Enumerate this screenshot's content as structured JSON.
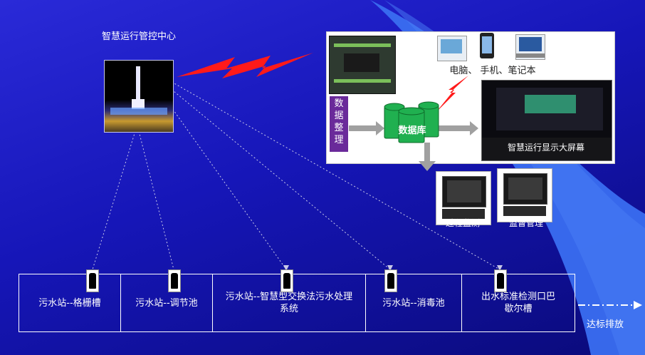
{
  "center": {
    "title": "智慧运行管控中心"
  },
  "panel": {
    "data_sort_chars": [
      "数",
      "据",
      "整",
      "理"
    ],
    "database_label": "数据库",
    "devices_label": "电脑、  手机、笔记本",
    "big_screen_label": "智慧运行显示大屏幕",
    "process_monitor_label": "过程监测",
    "supervision_label": "监督管理"
  },
  "stations": [
    {
      "label": "污水站--格栅槽"
    },
    {
      "label": "污水站--调节池"
    },
    {
      "label": "污水站--智慧型交换法污水处理系统"
    },
    {
      "label": "污水站--消毒池"
    },
    {
      "label": "出水标准检测口巴歇尔槽"
    }
  ],
  "discharge": {
    "label": "达标排放"
  },
  "colors": {
    "background": "#1a1ac0",
    "curve": "#3a6ef0",
    "lightning": "#ff1a1a",
    "database": "#20b050",
    "data_sort_box": "#6a2a9a",
    "arrow": "#a0a0a0"
  },
  "icons": [
    "lightning-icon",
    "database-icon",
    "computer-icon",
    "phone-icon",
    "laptop-icon",
    "sensor-icon",
    "arrow-icon"
  ]
}
